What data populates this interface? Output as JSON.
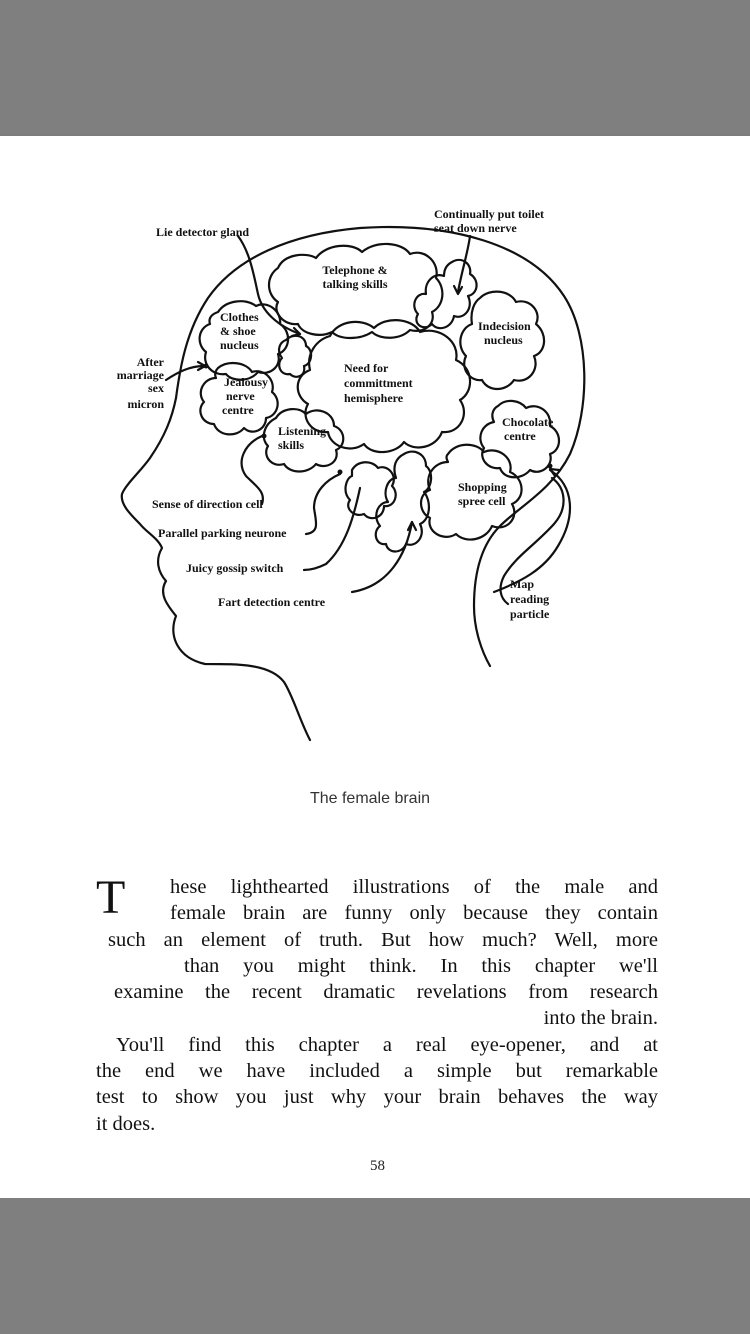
{
  "illustration": {
    "labels": {
      "lie_detector": "Lie detector gland",
      "toilet_seat_1": "Continually put toilet",
      "toilet_seat_2": "seat down nerve",
      "telephone_1": "Telephone &",
      "telephone_2": "talking skills",
      "clothes_1": "Clothes",
      "clothes_2": "& shoe",
      "clothes_3": "nucleus",
      "indecision_1": "Indecision",
      "indecision_2": "nucleus",
      "after_marriage_1": "After",
      "after_marriage_2": "marriage",
      "after_marriage_3": "sex",
      "after_marriage_4": "micron",
      "jealousy_1": "Jealousy",
      "jealousy_2": "nerve",
      "jealousy_3": "centre",
      "commitment_1": "Need for",
      "commitment_2": "committment",
      "commitment_3": "hemisphere",
      "chocolate_1": "Chocolate",
      "chocolate_2": "centre",
      "listening_1": "Listening",
      "listening_2": "skills",
      "shopping_1": "Shopping",
      "shopping_2": "spree cell",
      "direction": "Sense of direction cell",
      "parking": "Parallel parking neurone",
      "gossip": "Juicy gossip switch",
      "fart": "Fart detection centre",
      "map_1": "Map",
      "map_2": "reading",
      "map_3": "particle"
    }
  },
  "caption": "The female brain",
  "body": {
    "drop_cap": "T",
    "p1_l1": "hese lighthearted illustrations of the male and",
    "p1_l2": "female brain are funny only because they contain",
    "p1_l3": "such an element of truth. But how much? Well, more",
    "p1_l4": "than you might think. In this chapter we'll",
    "p1_l5": "examine the recent dramatic revelations from research",
    "p1_l6": "into the brain.",
    "p2_l1": "You'll find this chapter a real eye-opener, and at",
    "p2_l2": "the end we have included a simple but remarkable",
    "p2_l3": "test to show you just why your brain behaves the way",
    "p2_l4": "it does."
  },
  "page_number": "58"
}
